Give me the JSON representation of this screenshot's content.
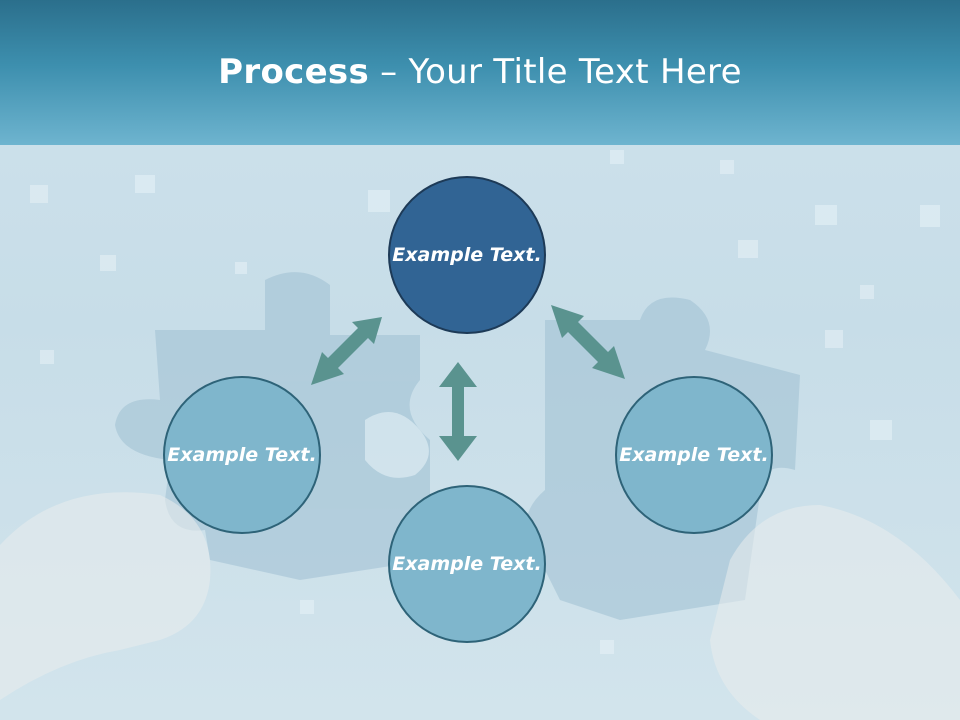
{
  "title": {
    "bold": "Process",
    "rest": " – Your Title Text Here"
  },
  "nodes": {
    "top": "Example Text.",
    "left": "Example Text.",
    "right": "Example Text.",
    "bottom": "Example Text."
  },
  "colors": {
    "header": "#3d8fae",
    "circle_dark": "#316494",
    "circle_light": "#7fb6cc",
    "arrow": "#5a938f"
  }
}
